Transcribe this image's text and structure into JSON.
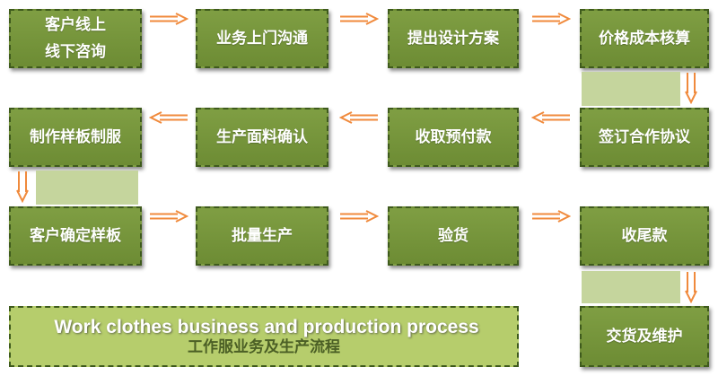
{
  "steps": {
    "s1_line1": "客户线上",
    "s1_line2": "线下咨询",
    "s2": "业务上门沟通",
    "s3": "提出设计方案",
    "s4": "价格成本核算",
    "s5": "签订合作协议",
    "s6": "收取预付款",
    "s7": "生产面料确认",
    "s8": "制作样板制服",
    "s9": "客户确定样板",
    "s10": "批量生产",
    "s11": "验货",
    "s12": "收尾款",
    "s13": "交货及维护"
  },
  "footer": {
    "title_en": "Work clothes business and production process",
    "title_zh": "工作服业务及生产流程"
  },
  "colors": {
    "box_green": "#759639",
    "pale_green": "#c5d59d",
    "arrow_orange": "#f08a3c",
    "footer_green": "#b6cd6c"
  }
}
